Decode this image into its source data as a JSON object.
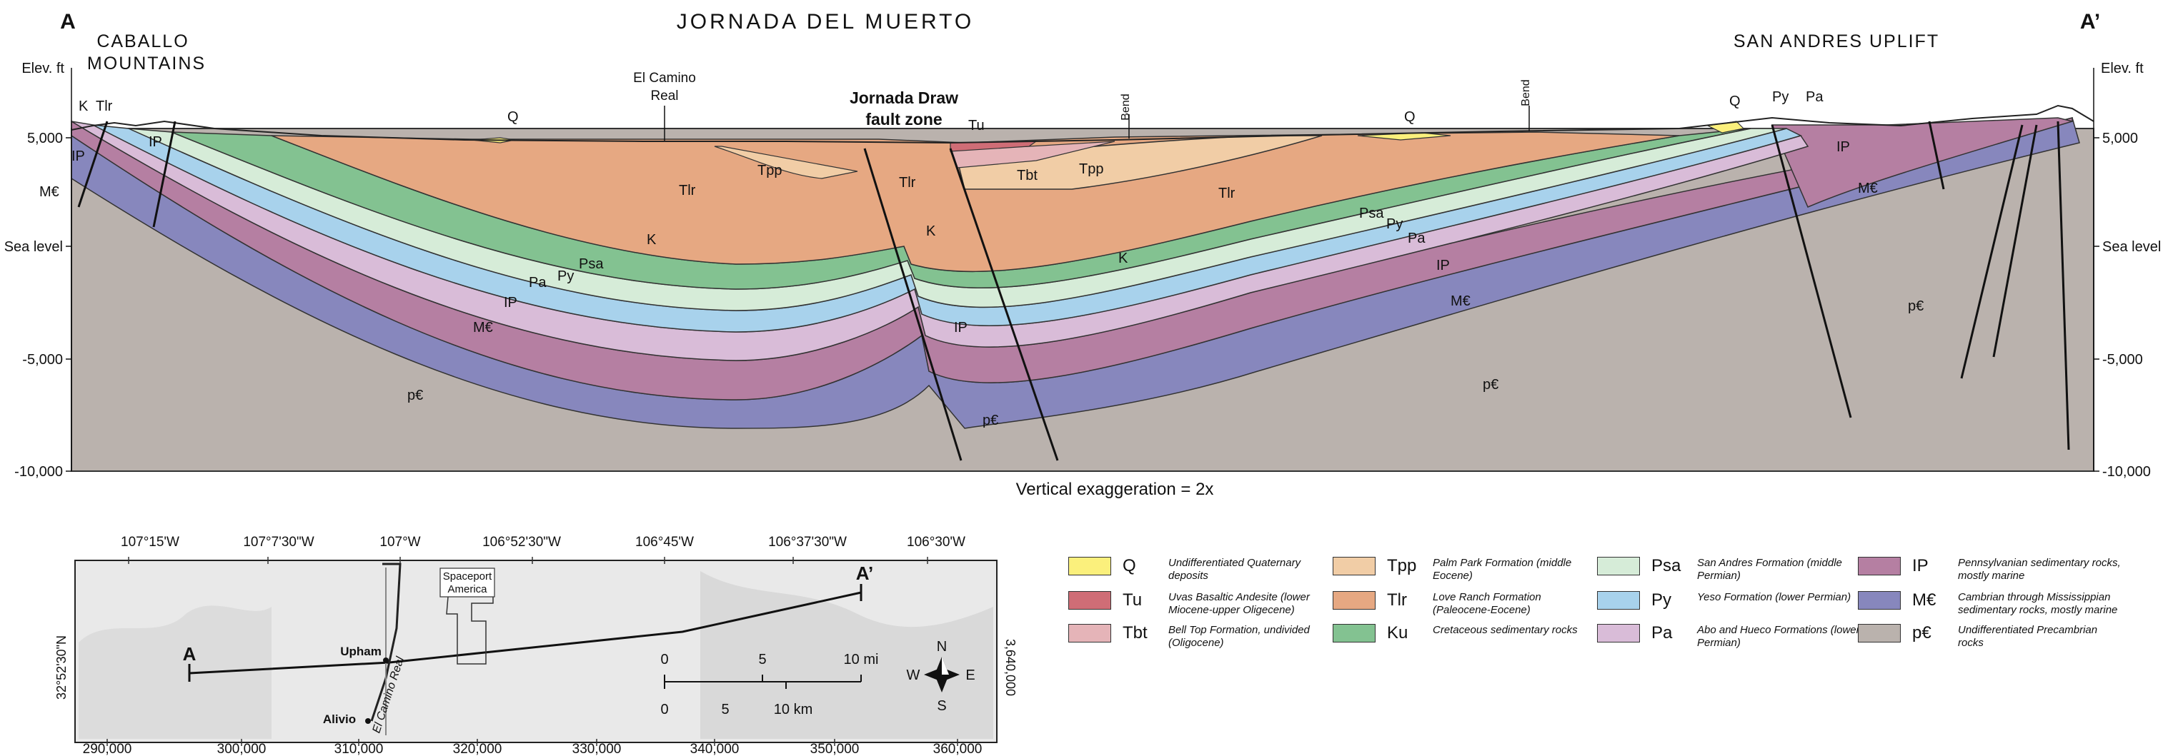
{
  "header": {
    "left_endpoint": "A",
    "right_endpoint": "A’",
    "left_region": [
      "CABALLO",
      "MOUNTAINS"
    ],
    "center_region": "JORNADA DEL MUERTO",
    "right_region": "SAN ANDRES UPLIFT"
  },
  "elevation_axis": {
    "title": "Elev. ft",
    "ticks": [
      "5,000",
      "Sea level",
      "-5,000",
      "-10,000"
    ]
  },
  "annotations": {
    "camino_real": [
      "El Camino",
      "Real"
    ],
    "fault_zone": [
      "Jornada Draw",
      "fault zone"
    ],
    "bend": "Bend"
  },
  "unit_labels": {
    "Q": "Q",
    "Tu": "Tu",
    "Tbt": "Tbt",
    "Tpp": "Tpp",
    "Tlr": "Tlr",
    "K": "K",
    "Psa": "Psa",
    "Py": "Py",
    "Pa": "Pa",
    "IP": "IP",
    "MC": "M€",
    "pC": "p€"
  },
  "exaggeration_note": "Vertical exaggeration = 2x",
  "map": {
    "top_ticks": [
      "107°15'W",
      "107°7'30\"W",
      "107°W",
      "106°52'30\"W",
      "106°45'W",
      "106°37'30\"W",
      "106°30'W"
    ],
    "bottom_ticks": [
      "290,000",
      "300,000",
      "310,000",
      "320,000",
      "330,000",
      "340,000",
      "350,000",
      "360,000"
    ],
    "left_label": "32°52'30\"N",
    "right_label": "3,640,000",
    "places": {
      "spaceport": [
        "Spaceport",
        "America"
      ],
      "upham": "Upham",
      "alivio": "Alivio",
      "camino_real": "El Camino Real"
    },
    "point_a": "A",
    "point_a_prime": "A’",
    "scale_mi": [
      "0",
      "5",
      "10 mi"
    ],
    "scale_km": [
      "0",
      "5",
      "10 km"
    ],
    "compass": {
      "n": "N",
      "s": "S",
      "e": "E",
      "w": "W"
    }
  },
  "legend": [
    {
      "code": "Q",
      "color": "#fbf07c",
      "desc": "Undifferentiated Quaternary deposits"
    },
    {
      "code": "Tu",
      "color": "#cf6d76",
      "desc": "Uvas Basaltic Andesite (lower Miocene-upper Oligecene)"
    },
    {
      "code": "Tbt",
      "color": "#e5b4b8",
      "desc": "Bell Top Formation, undivided (Oligocene)"
    },
    {
      "code": "Tpp",
      "color": "#f1cda6",
      "desc": "Palm Park Formation (middle Eocene)"
    },
    {
      "code": "Tlr",
      "color": "#e6a882",
      "desc": "Love Ranch Formation (Paleocene-Eocene)"
    },
    {
      "code": "Ku",
      "color": "#83c291",
      "desc": "Cretaceous sedimentary rocks"
    },
    {
      "code": "Psa",
      "color": "#d6ecd8",
      "desc": "San Andres Formation (middle Permian)"
    },
    {
      "code": "Py",
      "color": "#a8d2ec",
      "desc": "Yeso Formation (lower Permian)"
    },
    {
      "code": "Pa",
      "color": "#d9bcd8",
      "desc": "Abo and Hueco Formations (lower Permian)"
    },
    {
      "code": "IP",
      "color": "#b57fa2",
      "desc": "Pennsylvanian sedimentary rocks, mostly marine"
    },
    {
      "code": "M€",
      "color": "#8787bd",
      "desc": "Cambrian through Mississippian sedimentary rocks, mostly marine"
    },
    {
      "code": "p€",
      "color": "#bab2ad",
      "desc": "Undifferentiated Precambrian rocks"
    }
  ]
}
